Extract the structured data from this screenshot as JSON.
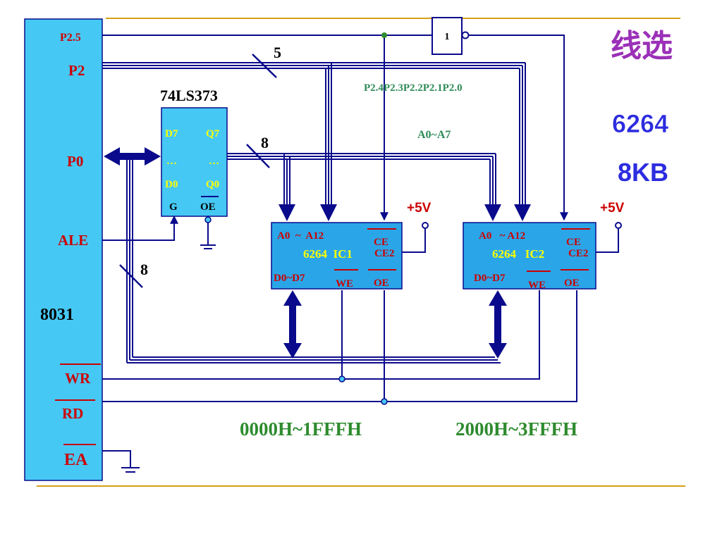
{
  "cpu": {
    "name": "8031",
    "pins": {
      "p25": "P2.5",
      "p2": "P2",
      "p0": "P0",
      "ale": "ALE",
      "wr": "WR",
      "rd": "RD",
      "ea": "EA"
    }
  },
  "latch": {
    "name": "74LS373",
    "d7": "D7",
    "q7": "Q7",
    "dots_left": "…",
    "dots_right": "…",
    "d0": "D0",
    "q0": "Q0",
    "g": "G",
    "oe": "OE"
  },
  "gate": {
    "label": "1"
  },
  "bus_widths": {
    "p2": "5",
    "p0": "8",
    "data": "8"
  },
  "bus_labels": {
    "p2_lines": "P2.4P2.3P2.2P2.1P2.0",
    "addr_low": "A0~A7"
  },
  "ic1": {
    "addr": "A0  ~  A12",
    "name": "6264  IC1",
    "ce": "CE",
    "ce2": "CE2",
    "data": "D0~D7",
    "we": "WE",
    "oe": "OE",
    "supply": "+5V",
    "range": "0000H~1FFFH"
  },
  "ic2": {
    "addr": "A0   ~ A12",
    "name": "6264   IC2",
    "ce": "CE",
    "ce2": "CE2",
    "data": "D0~D7",
    "we": "WE",
    "oe": "OE",
    "supply": "+5V",
    "range": "2000H~3FFFH"
  },
  "side": {
    "title": "线选",
    "chip": "6264",
    "size": "8KB"
  },
  "colors": {
    "wire": "#0a0a8c",
    "cpu_fill": "#46c8f4",
    "chip_fill": "#2aa6e8",
    "pin_red": "#cc0000",
    "latch_yellow": "#ffff00",
    "range_green": "#2e8b2e",
    "label_green": "#2e8b57",
    "title_purple": "#9b30b8",
    "side_blue": "#2c2ce0",
    "rule_gold": "#d4a017"
  }
}
